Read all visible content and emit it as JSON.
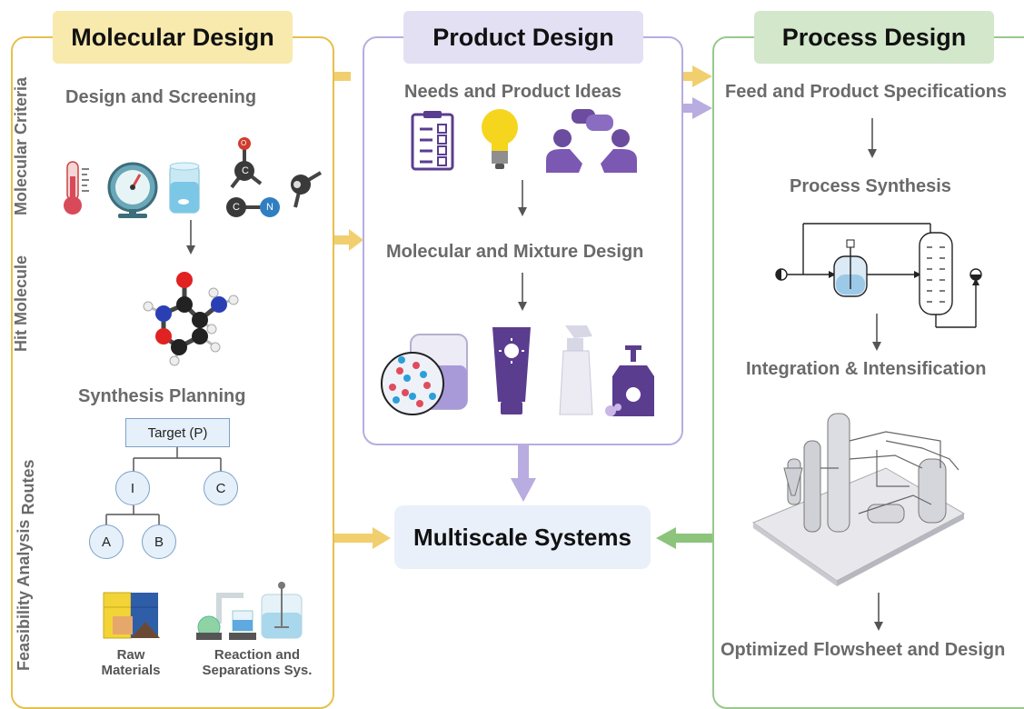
{
  "colors": {
    "molecular": "#e6c04c",
    "product": "#b9ace0",
    "process": "#97c98b",
    "multiscale": "#e9f0fa"
  },
  "molecular": {
    "title": "Molecular Design",
    "design_screening": "Design and Screening",
    "molecular_criteria": "Molecular Criteria",
    "hit_molecule": "Hit Molecule",
    "synthesis_planning": "Synthesis Planning",
    "routes": "Routes",
    "feasibility_analysis": "Feasibility Analysis",
    "tree": {
      "target": "Target (P)",
      "i": "I",
      "c": "C",
      "a": "A",
      "b": "B"
    },
    "atoms": {
      "o": "O",
      "c1": "C",
      "c2": "C",
      "n": "N"
    },
    "raw_materials": "Raw Materials",
    "reaction_separations": "Reaction and Separations Sys."
  },
  "product": {
    "title": "Product Design",
    "needs": "Needs and Product Ideas",
    "mixture": "Molecular and Mixture Design"
  },
  "process": {
    "title": "Process Design",
    "specs": "Feed and Product Specifications",
    "synthesis": "Process Synthesis",
    "integration": "Integration & Intensification",
    "optimized": "Optimized Flowsheet and Design"
  },
  "multiscale": "Multiscale Systems"
}
